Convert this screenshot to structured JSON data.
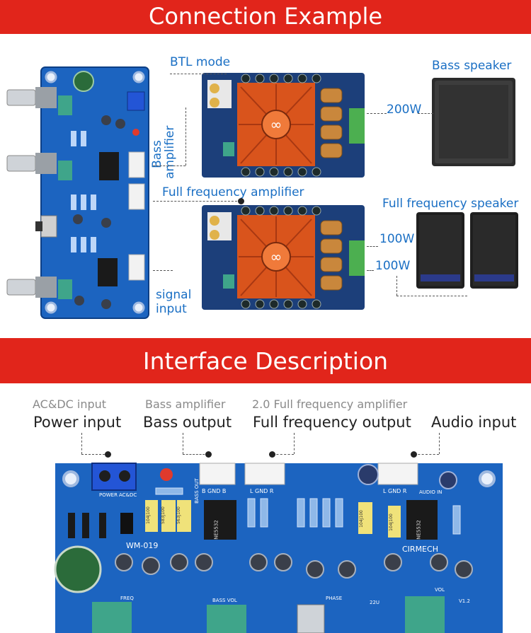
{
  "banners": {
    "connection": "Connection Example",
    "interface": "Interface Description"
  },
  "connection": {
    "btl_mode": "BTL mode",
    "bass_amplifier": "Bass amplifier",
    "full_frequency_amplifier": "Full frequency amplifier",
    "signal_input": "signal input",
    "bass_speaker": "Bass speaker",
    "bass_power": "200W",
    "full_frequency_speaker": "Full frequency speaker",
    "full_power_1": "100W",
    "full_power_2": "100W"
  },
  "interface": {
    "power": {
      "sub": "AC&DC input",
      "main": "Power input"
    },
    "bass": {
      "sub": "Bass amplifier",
      "main": "Bass output"
    },
    "full": {
      "sub": "2.0 Full frequency amplifier",
      "main": "Full frequency output"
    },
    "audio": {
      "main": "Audio input"
    }
  },
  "board_silk": {
    "model": "WM-019",
    "brand": "CIRMECH",
    "power": "POWER",
    "acdc": "AC&DC",
    "bass_out": "BASS OUT",
    "b_gnd_b": "B GND B",
    "l_gnd_r": "L GND R",
    "audio_in": "AUDIO IN",
    "l_gnd_r2": "L GND R",
    "freq": "FREQ",
    "bass_vol": "BASS VOL",
    "phase": "PHASE",
    "vol": "VOL",
    "cap": "22U",
    "rev": "V1.2",
    "chip1": "NE5532",
    "chip2": "NE5532",
    "cap_code1": "583J100",
    "cap_code2": "563J100",
    "cap_code3": "104J100",
    "cap_code4": "104J100",
    "cap_code5": "104J100"
  },
  "colors": {
    "banner": "#e1251b",
    "label_blue": "#1a6fc4",
    "pcb_blue": "#1c64c0",
    "heatsink": "#d9541c"
  }
}
